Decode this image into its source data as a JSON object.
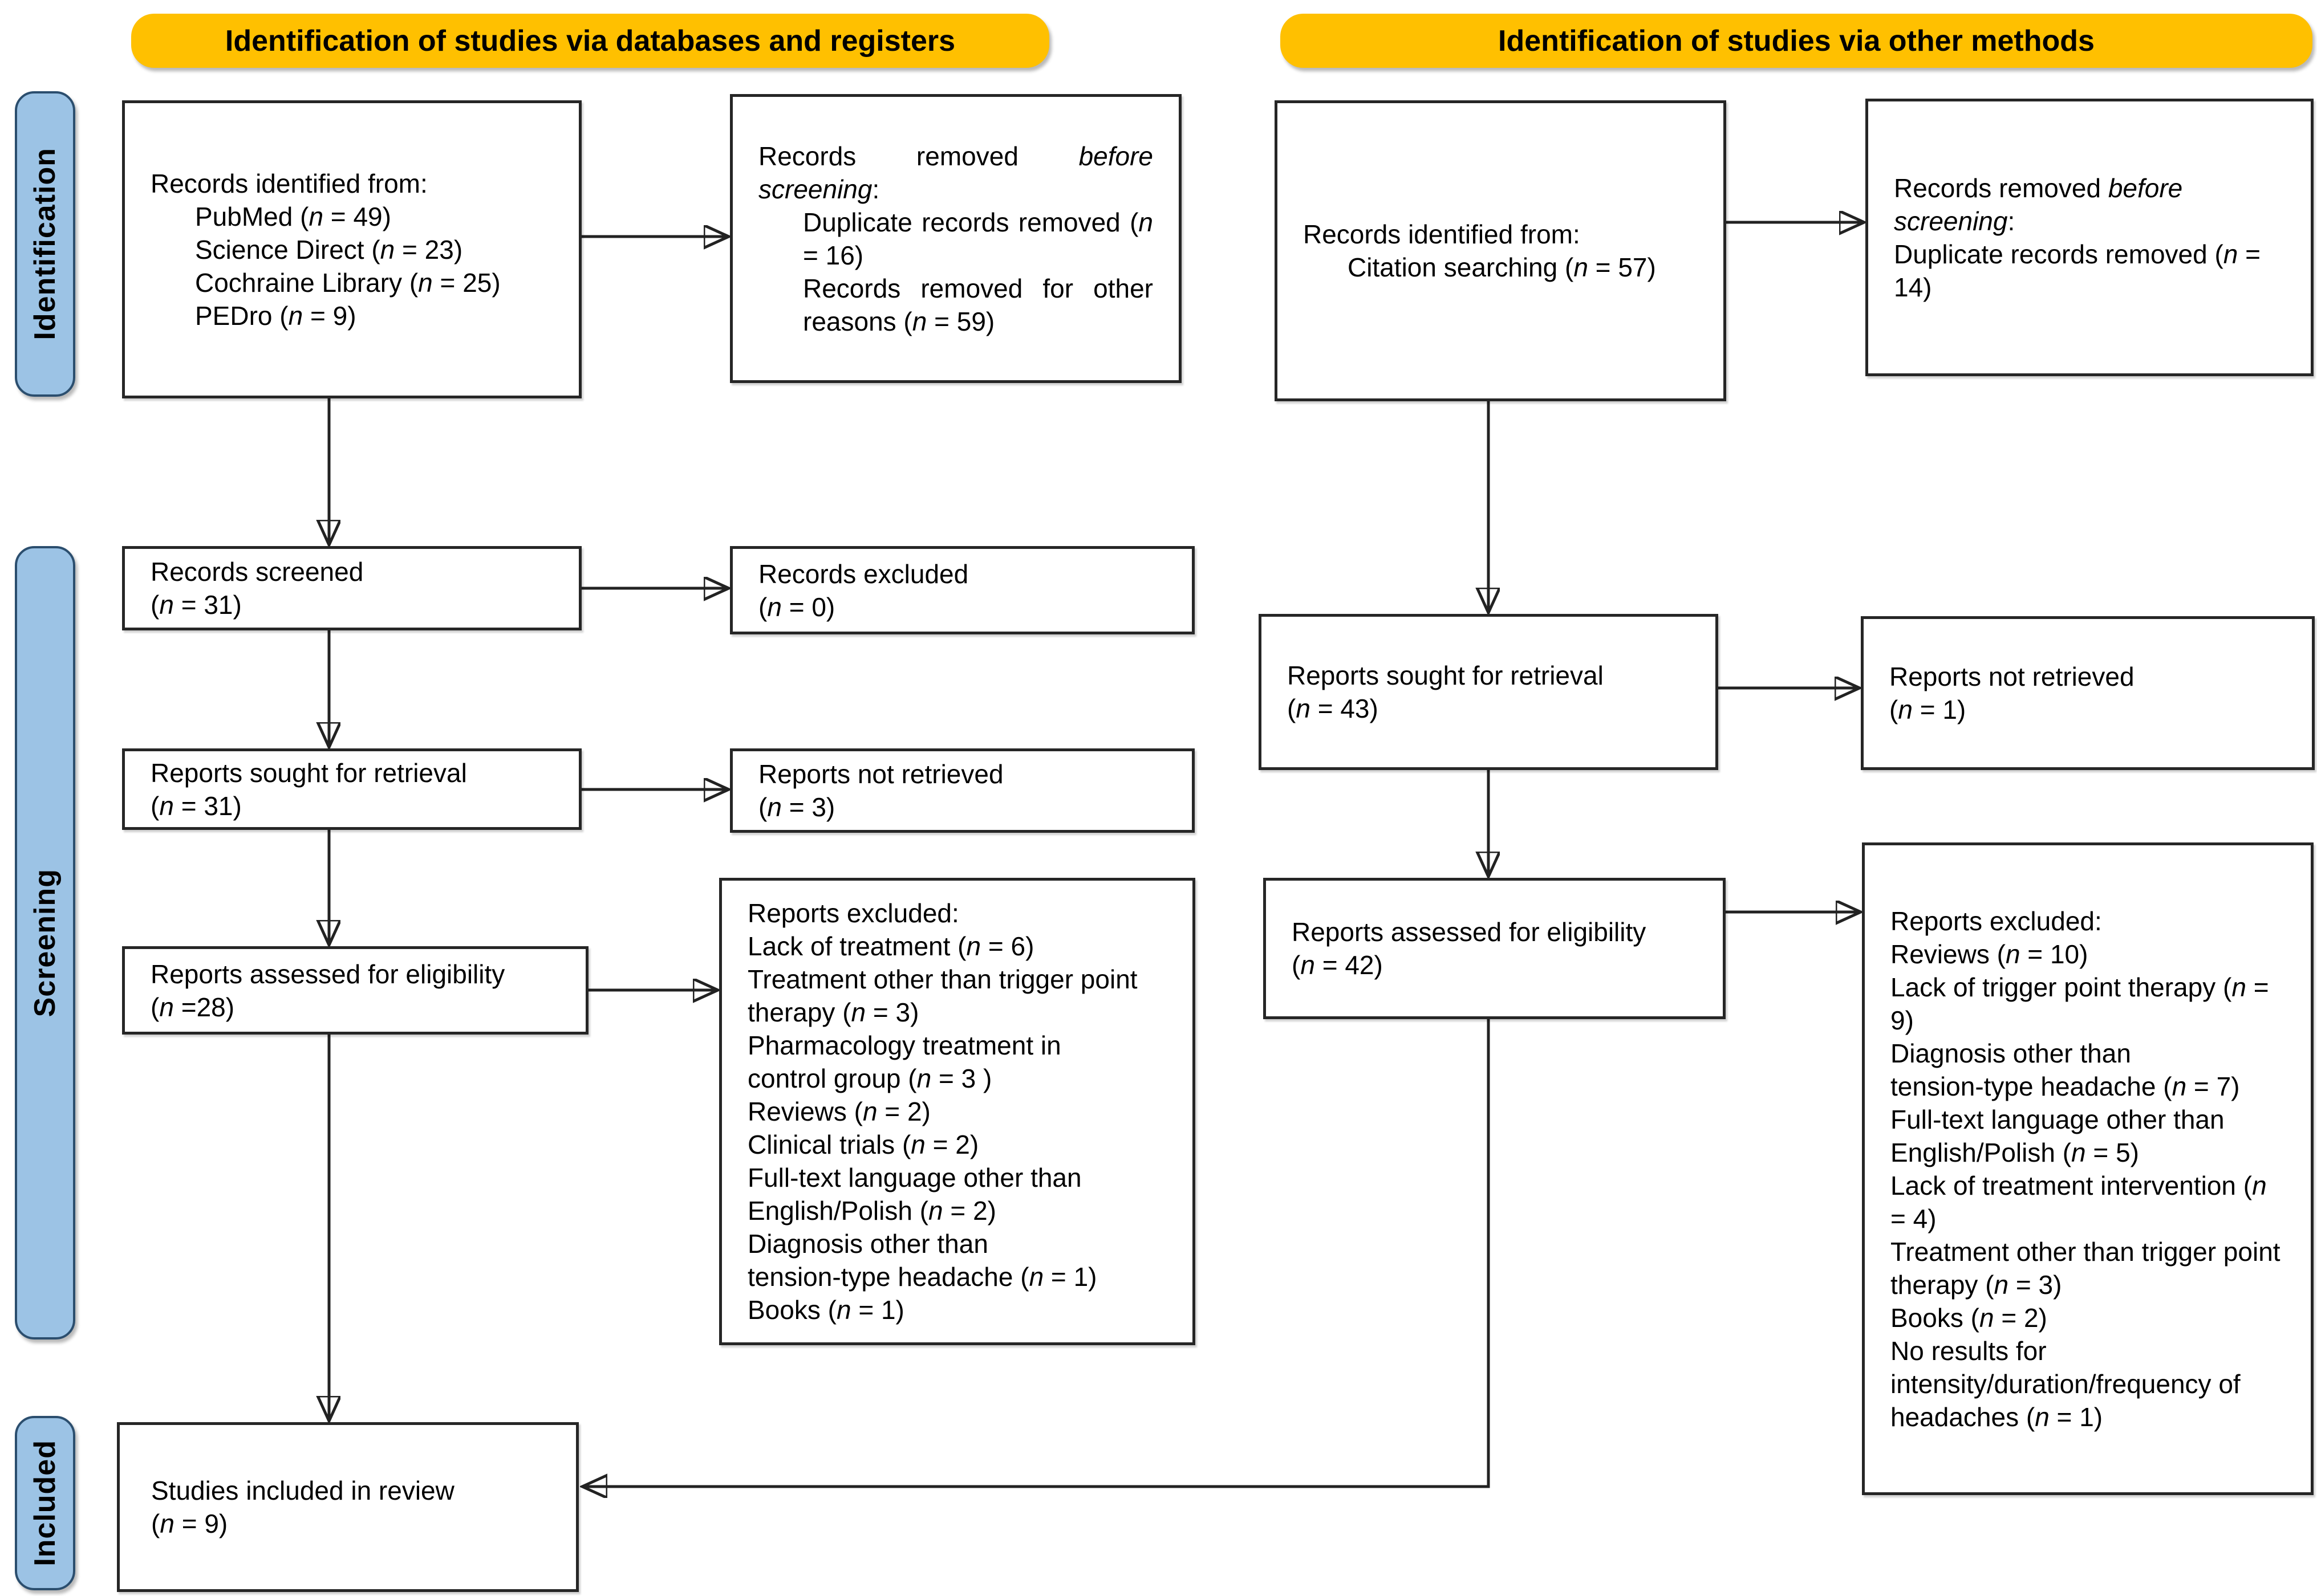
{
  "colors": {
    "banner": "#FFC000",
    "sidebar": "#9CC3E5",
    "line": "#222222"
  },
  "banners": {
    "databases": "Identification of studies via databases and registers",
    "other": "Identification of studies via other methods"
  },
  "sidebar": {
    "identification": "Identification",
    "screening": "Screening",
    "included": "Included"
  },
  "boxes": {
    "records_identified_db": {
      "lines": [
        {
          "t": "Records identified from:"
        },
        {
          "t": "PubMed (n = 49)",
          "ind": 1
        },
        {
          "t": "Science Direct (n = 23)",
          "ind": 1
        },
        {
          "t": "Cochraine Library (n = 25)",
          "ind": 1
        },
        {
          "t": "PEDro (n = 9)",
          "ind": 1
        }
      ]
    },
    "records_removed_db": {
      "lines": [
        {
          "t": "Records removed *before screening*:"
        },
        {
          "t": "Duplicate records removed (n = 16)",
          "ind": 1
        },
        {
          "t": "Records removed for other reasons (n = 59)",
          "ind": 1
        }
      ]
    },
    "records_screened": {
      "lines": [
        {
          "t": "Records screened"
        },
        {
          "t": "(n = 31)"
        }
      ]
    },
    "records_excluded": {
      "lines": [
        {
          "t": "Records excluded"
        },
        {
          "t": "(n = 0)"
        }
      ]
    },
    "reports_sought_db": {
      "lines": [
        {
          "t": "Reports sought for retrieval"
        },
        {
          "t": "(n = 31)"
        }
      ]
    },
    "reports_not_retrieved_db": {
      "lines": [
        {
          "t": "Reports not retrieved"
        },
        {
          "t": "(n = 3)"
        }
      ]
    },
    "reports_assessed_db": {
      "lines": [
        {
          "t": "Reports assessed for eligibility"
        },
        {
          "t": "(n =28)"
        }
      ]
    },
    "reports_excluded_db": {
      "lines": [
        {
          "t": "Reports excluded:"
        },
        {
          "t": "Lack of treatment (n = 6)"
        },
        {
          "t": "Treatment other than trigger point\ntherapy (n = 3)"
        },
        {
          "t": "Pharmacology treatment in\ncontrol group (n = 3 )"
        },
        {
          "t": "Reviews (n = 2)"
        },
        {
          "t": "Clinical trials (n = 2)"
        },
        {
          "t": "Full-text language other than\nEnglish/Polish (n = 2)"
        },
        {
          "t": "Diagnosis other than\ntension-type headache (n = 1)"
        },
        {
          "t": "Books (n = 1)"
        }
      ]
    },
    "studies_included": {
      "lines": [
        {
          "t": "Studies included in review"
        },
        {
          "t": "(n = 9)"
        }
      ]
    },
    "records_identified_other": {
      "lines": [
        {
          "t": "Records identified from:"
        },
        {
          "t": "Citation searching (n = 57)",
          "ind": 1
        }
      ]
    },
    "records_removed_other": {
      "lines": [
        {
          "t": "Records removed *before screening*:"
        },
        {
          "t": "Duplicate records removed (n =\n14)"
        }
      ]
    },
    "reports_sought_other": {
      "lines": [
        {
          "t": "Reports sought for retrieval"
        },
        {
          "t": "(n = 43)"
        }
      ]
    },
    "reports_not_retrieved_other": {
      "lines": [
        {
          "t": "Reports not retrieved"
        },
        {
          "t": "(n = 1)"
        }
      ]
    },
    "reports_assessed_other": {
      "lines": [
        {
          "t": "Reports assessed for eligibility"
        },
        {
          "t": "(n = 42)"
        }
      ]
    },
    "reports_excluded_other": {
      "lines": [
        {
          "t": "Reports excluded:"
        },
        {
          "t": "Reviews (n = 10)"
        },
        {
          "t": "Lack of trigger point therapy (n =\n9)"
        },
        {
          "t": "Diagnosis other than\ntension-type headache (n = 7)"
        },
        {
          "t": "Full-text language other than\nEnglish/Polish (n = 5)"
        },
        {
          "t": "Lack of treatment intervention (n\n= 4)"
        },
        {
          "t": "Treatment other than trigger point\ntherapy (n = 3)"
        },
        {
          "t": "Books (n = 2)"
        },
        {
          "t": "No results for\nintensity/duration/frequency of\nheadaches (n = 1)"
        }
      ]
    }
  }
}
